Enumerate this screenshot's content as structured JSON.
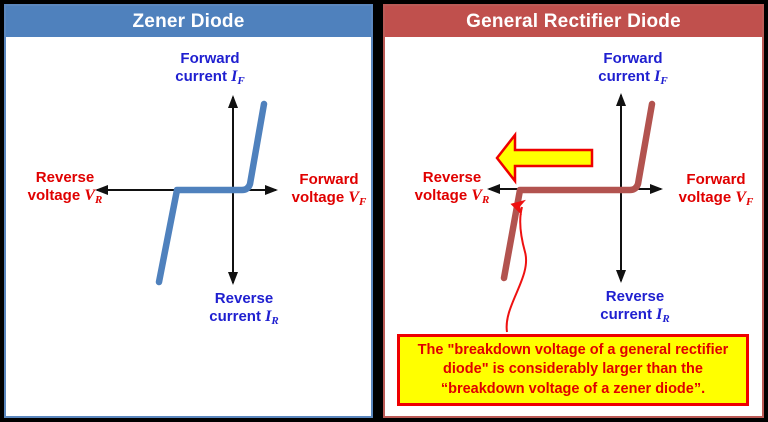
{
  "zener": {
    "title": "Zener Diode",
    "labels": {
      "top": {
        "l1": "Forward",
        "l2": "current",
        "sym": "I",
        "sub": "F"
      },
      "left": {
        "l1": "Reverse",
        "l2": "voltage",
        "sym": "V",
        "sub": "R"
      },
      "right": {
        "l1": "Forward",
        "l2": "voltage",
        "sym": "V",
        "sub": "F"
      },
      "bottom": {
        "l1": "Reverse",
        "l2": "current",
        "sym": "I",
        "sub": "R"
      }
    }
  },
  "rectifier": {
    "title": "General Rectifier Diode",
    "labels": {
      "top": {
        "l1": "Forward",
        "l2": "current",
        "sym": "I",
        "sub": "F"
      },
      "left": {
        "l1": "Reverse",
        "l2": "voltage",
        "sym": "V",
        "sub": "R"
      },
      "right": {
        "l1": "Forward",
        "l2": "voltage",
        "sym": "V",
        "sub": "F"
      },
      "bottom": {
        "l1": "Reverse",
        "l2": "current",
        "sym": "I",
        "sub": "R"
      }
    },
    "note": "The \"breakdown voltage of a general rectifier diode\" is considerably larger than the “breakdown voltage of a zener diode”."
  },
  "icons": {
    "highlight_arrow": "left-block-arrow",
    "annotation_arrow": "curved-pointer-arrow"
  },
  "colors": {
    "zener_accent": "#4f81bd",
    "rectifier_accent": "#c0504d",
    "zener_curve": "#4f81bd",
    "rectifier_curve": "#b2534f",
    "label_blue": "#1f1fd0",
    "label_red": "#e00000",
    "axis_black": "#111111",
    "note_bg": "#ffff00",
    "note_border": "#ee0000"
  }
}
